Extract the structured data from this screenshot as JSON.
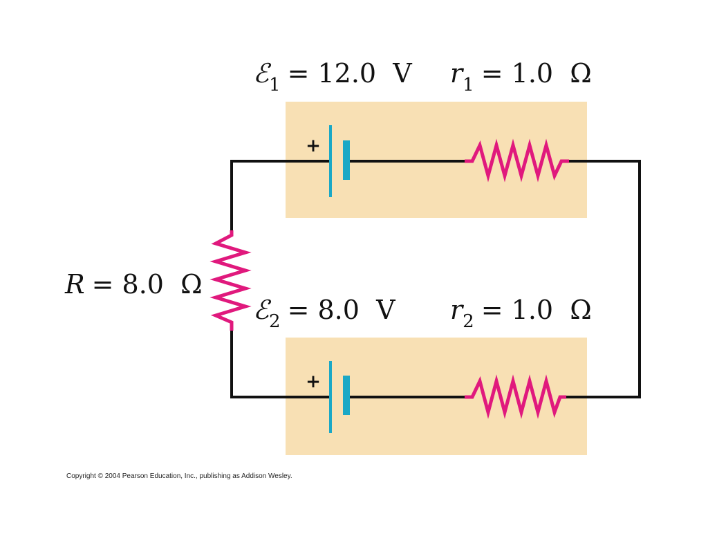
{
  "colors": {
    "wire": "#111111",
    "resistor": "#e0197d",
    "battery": "#1ba8c6",
    "box_fill": "#f8e0b4"
  },
  "labels": {
    "emf1": {
      "symbol": "ℰ",
      "subscript": "1",
      "value": "= 12.0  V"
    },
    "r1": {
      "symbol": "r",
      "subscript": "1",
      "value": "= 1.0  Ω"
    },
    "R": {
      "symbol": "R",
      "value": "= 8.0  Ω"
    },
    "emf2": {
      "symbol": "ℰ",
      "subscript": "2",
      "value": "= 8.0  V"
    },
    "r2": {
      "symbol": "r",
      "subscript": "2",
      "value": "= 1.0  Ω"
    }
  },
  "polarity": {
    "plus": "+"
  },
  "copyright": "Copyright © 2004 Pearson Education, Inc., publishing as Addison Wesley."
}
